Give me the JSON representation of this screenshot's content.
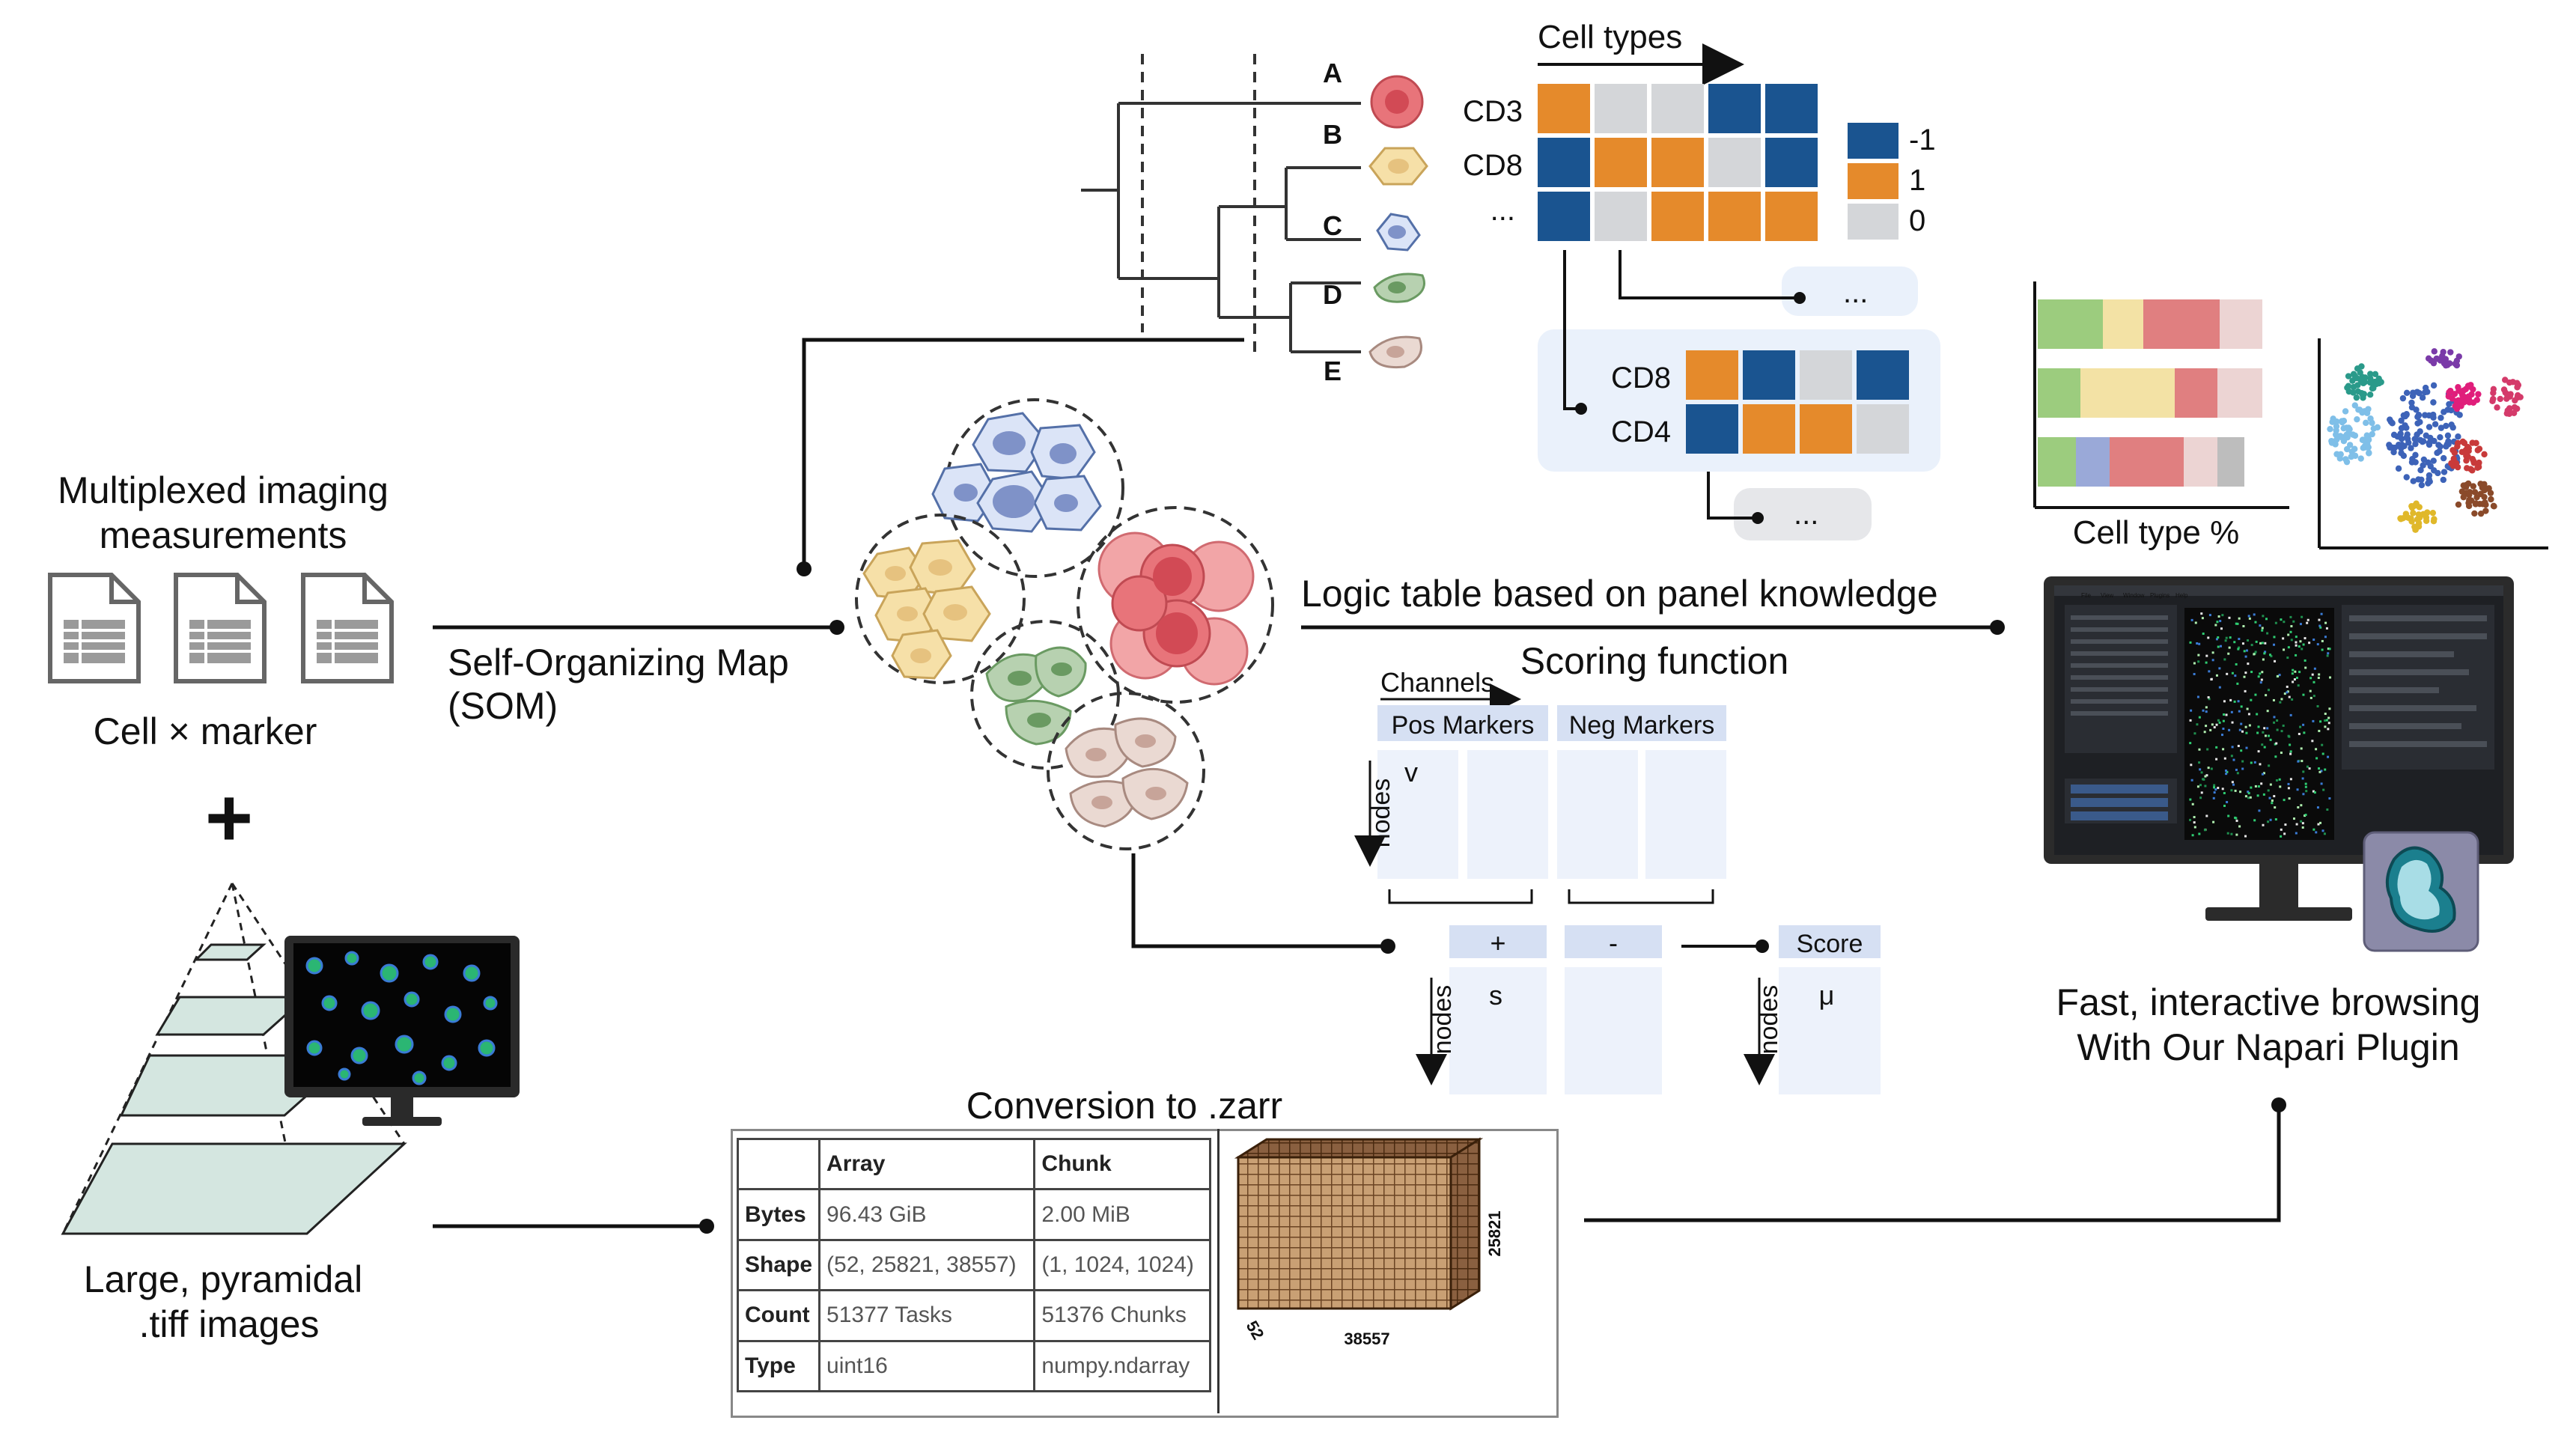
{
  "left": {
    "title_line1": "Multiplexed imaging",
    "title_line2": "measurements",
    "cell_marker": "Cell × marker",
    "plus": "+",
    "tiff_line1": "Large, pyramidal",
    "tiff_line2": ".tiff images"
  },
  "som": {
    "line1": "Self-Organizing Map",
    "line2": "(SOM)"
  },
  "dendrogram": {
    "leaf_labels": [
      "A",
      "B",
      "C",
      "D",
      "E"
    ],
    "colors": {
      "A": "#e8747a",
      "B": "#f6e0a8",
      "C": "#c9d8f0",
      "D": "#b7d1b0",
      "E": "#ead9d2"
    }
  },
  "logic": {
    "cell_types_label": "Cell types",
    "row_labels": [
      "CD3",
      "CD8",
      "..."
    ],
    "grid": [
      [
        1,
        0,
        0,
        -1,
        -1
      ],
      [
        -1,
        1,
        1,
        0,
        -1
      ],
      [
        -1,
        0,
        1,
        1,
        1
      ]
    ],
    "legend": [
      {
        "value": -1,
        "label": "-1"
      },
      {
        "value": 1,
        "label": "1"
      },
      {
        "value": 0,
        "label": "0"
      }
    ],
    "more": "...",
    "sub_row_labels": [
      "CD8",
      "CD4"
    ],
    "sub_grid": [
      [
        1,
        -1,
        0,
        -1
      ],
      [
        -1,
        1,
        1,
        0
      ]
    ],
    "sub_more": "...",
    "colors": {
      "neg": "#1a5490",
      "pos": "#e58a2b",
      "zero": "#d4d6d9"
    }
  },
  "logic_title": "Logic table based on panel knowledge",
  "scoring": {
    "title": "Scoring function",
    "channels": "Channels",
    "pos_markers": "Pos Markers",
    "neg_markers": "Neg Markers",
    "nodes": "nodes",
    "v": "v",
    "plus": "+",
    "minus": "-",
    "s": "s",
    "score": "Score",
    "mu": "μ"
  },
  "charts": {
    "cell_type_pct": "Cell type %"
  },
  "napari": {
    "caption_line1": "Fast, interactive browsing",
    "caption_line2": "With Our Napari Plugin",
    "menu": [
      "File",
      "View",
      "Window",
      "Plugins",
      "Help"
    ]
  },
  "zarr": {
    "title": "Conversion to .zarr",
    "headers": [
      "",
      "Array",
      "Chunk"
    ],
    "rows": [
      [
        "Bytes",
        "96.43 GiB",
        "2.00 MiB"
      ],
      [
        "Shape",
        "(52, 25821, 38557)",
        "(1, 1024, 1024)"
      ],
      [
        "Count",
        "51377 Tasks",
        "51376 Chunks"
      ],
      [
        "Type",
        "uint16",
        "numpy.ndarray"
      ]
    ],
    "dim_depth": "52",
    "dim_width": "38557",
    "dim_height": "25821"
  }
}
